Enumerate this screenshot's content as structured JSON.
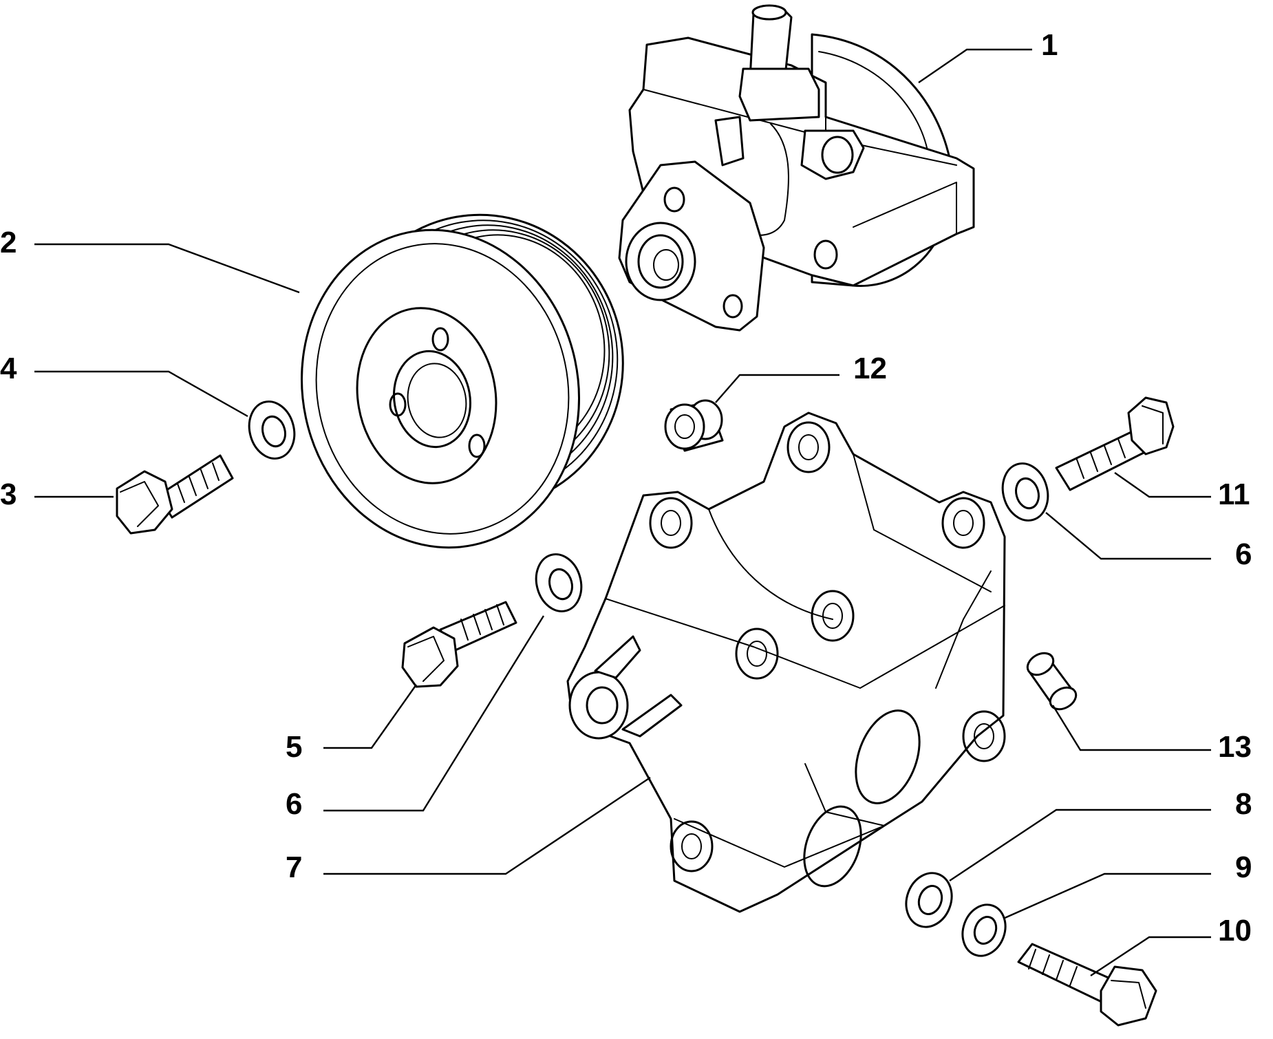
{
  "callouts": {
    "c1": "1",
    "c2": "2",
    "c3": "3",
    "c4": "4",
    "c5": "5",
    "c6a": "6",
    "c6b": "6",
    "c7": "7",
    "c8": "8",
    "c9": "9",
    "c10": "10",
    "c11": "11",
    "c12": "12",
    "c13": "13"
  }
}
